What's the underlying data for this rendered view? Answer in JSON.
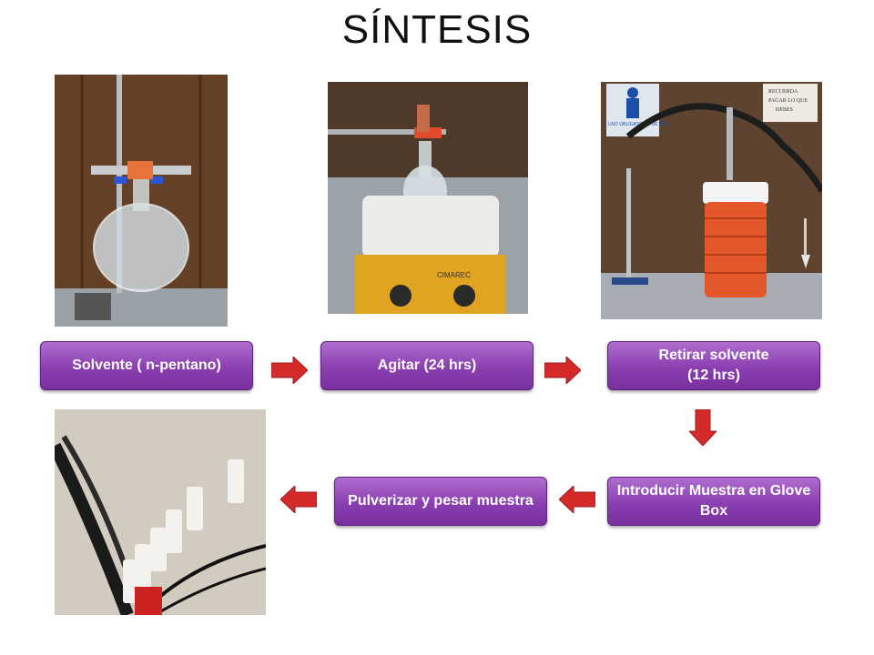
{
  "title": "SÍNTESIS",
  "steps": {
    "solvent": "Solvente  ( n-pentano)",
    "stir": "Agitar  (24 hrs)",
    "remove_line1": "Retirar  solvente",
    "remove_line2": "(12 hrs)",
    "glovebox": "Introducir  Muestra en Glove Box",
    "pulverize": "Pulverizar y pesar muestra"
  },
  "photos": {
    "sign_left": "USO OBLIGATORIO DE BATA",
    "sign_right_l1": "RECUERDA",
    "sign_right_l2": "PAGAR LO QUE",
    "sign_right_l3": "DEBES",
    "stirrer_brand": "CIMAREC"
  },
  "colors": {
    "step_fill": "#8a3fb0",
    "arrow": "#d42a2a"
  }
}
